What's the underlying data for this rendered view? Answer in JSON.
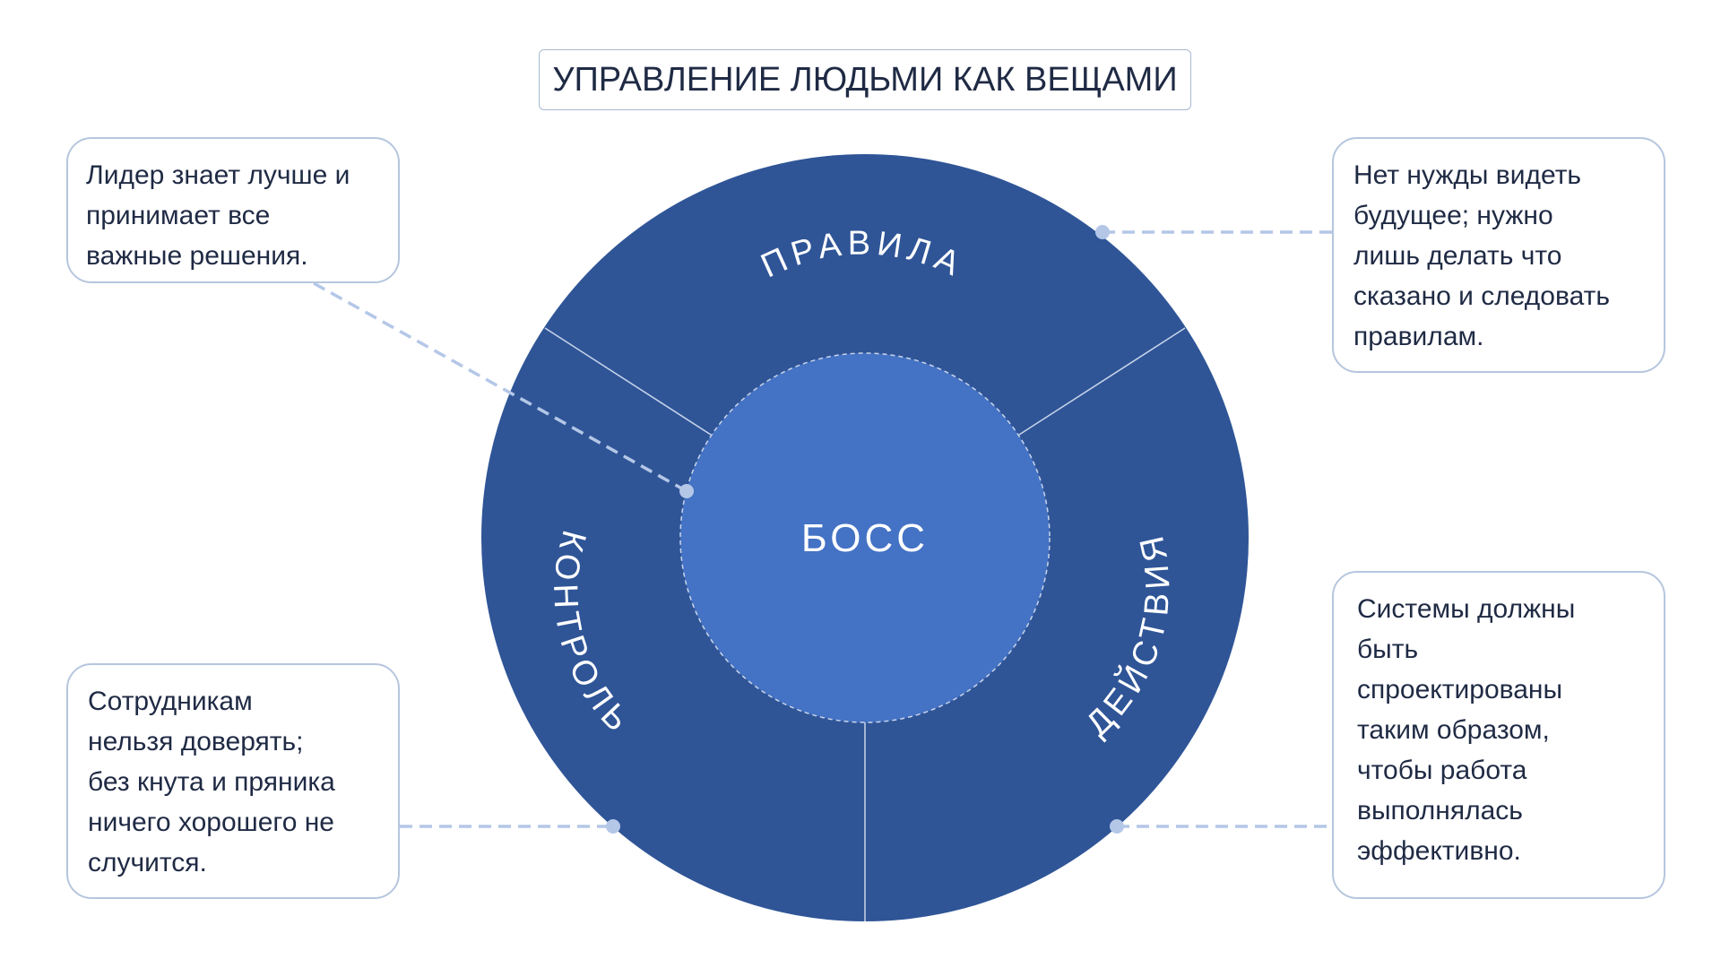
{
  "title": "УПРАВЛЕНИЕ ЛЮДЬМИ КАК ВЕЩАМИ",
  "center_label": "БОСС",
  "segments": {
    "top": "ПРАВИЛА",
    "right": "ДЕЙСТВИЯ",
    "left": "КОНТРОЛЬ"
  },
  "callouts": {
    "top_left": [
      "Лидер знает лучше и",
      "принимает все",
      "важные решения."
    ],
    "top_right": [
      "Нет нужды видеть",
      "будущее; нужно",
      "лишь делать что",
      "сказано и следовать",
      "правилам."
    ],
    "bottom_left": [
      "Сотрудникам",
      "нельзя доверять;",
      "без кнута и пряника",
      "ничего хорошего не",
      "случится."
    ],
    "bottom_right": [
      "Системы должны",
      "быть",
      "спроектированы",
      "таким образом,",
      "чтобы работа",
      "выполнялась",
      "эффективно."
    ]
  },
  "colors": {
    "outer_ring": "#2f5597",
    "inner_circle": "#4472c4",
    "connector": "#b4c7e7",
    "callout_border": "#b6c6de",
    "text_dark": "#1f2a44",
    "text_light": "#ffffff"
  }
}
